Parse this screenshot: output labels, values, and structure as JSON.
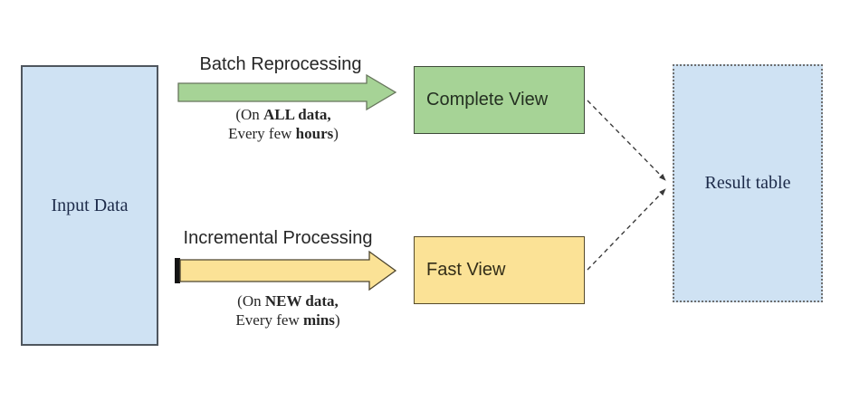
{
  "diagram": {
    "input": {
      "label": "Input Data"
    },
    "batch": {
      "title": "Batch Reprocessing",
      "note_line1_pre": "(On ",
      "note_line1_bold": "ALL data,",
      "note_line2_pre": "Every few ",
      "note_line2_bold": "hours",
      "note_line2_post": ")"
    },
    "incremental": {
      "title": "Incremental Processing",
      "note_line1_pre": "(On ",
      "note_line1_bold": "NEW data,",
      "note_line2_pre": "Every few ",
      "note_line2_bold": "mins",
      "note_line2_post": ")"
    },
    "complete_view": {
      "label": "Complete View"
    },
    "fast_view": {
      "label": "Fast View"
    },
    "result": {
      "label": "Result table"
    },
    "colors": {
      "light_blue_fill": "#cfe2f3",
      "green_fill": "#a6d396",
      "yellow_fill": "#fbe296",
      "green_stroke": "#67755c",
      "yellow_stroke": "#4d452f",
      "dashed_line": "#3a3a3a",
      "yellow_arrow_cap": "#141414"
    }
  }
}
